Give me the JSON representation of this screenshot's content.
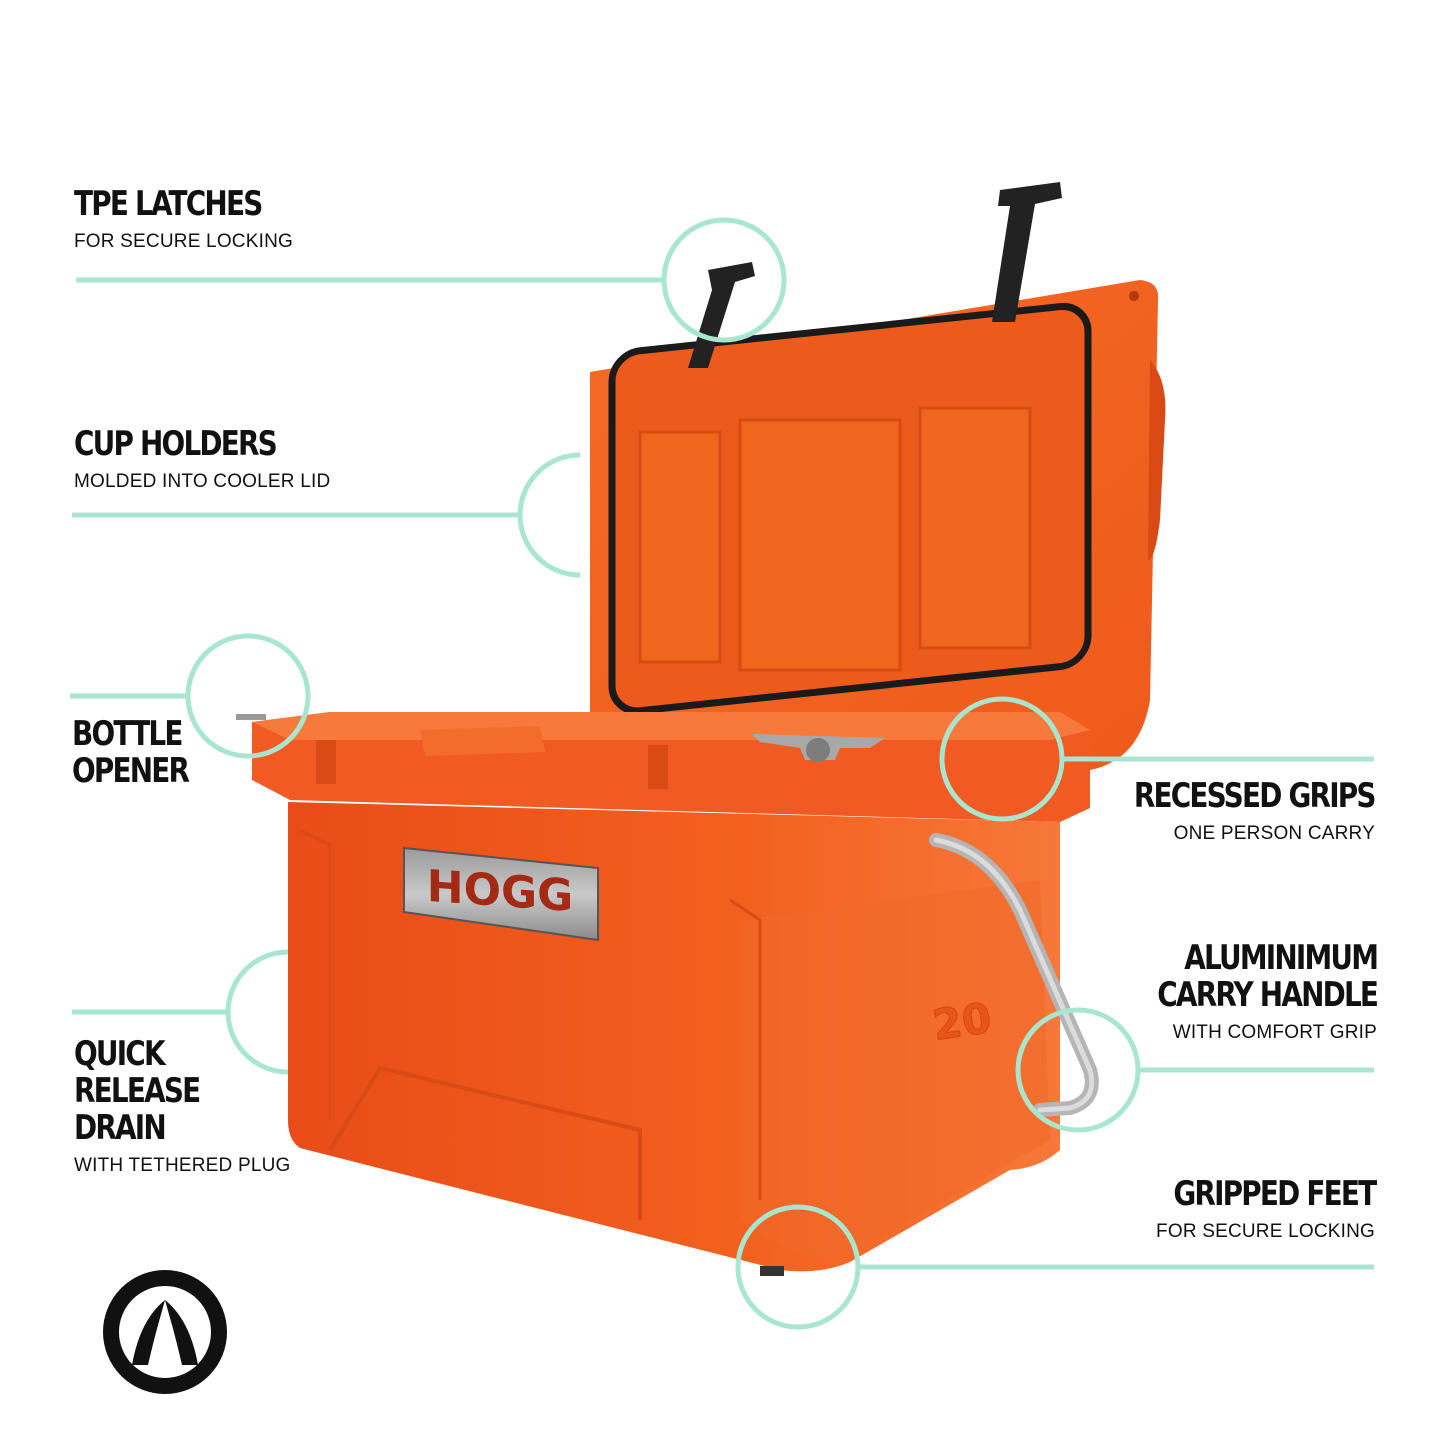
{
  "colors": {
    "callout": "#a8e6cf",
    "cooler": "#f15a22",
    "text": "#111111"
  },
  "product": {
    "brand_badge": "HOGG",
    "capacity_mark": "20"
  },
  "features": {
    "tpe_latches": {
      "title": "TPE LATCHES",
      "subtitle": "FOR SECURE LOCKING"
    },
    "cup_holders": {
      "title": "CUP HOLDERS",
      "subtitle": "MOLDED INTO COOLER LID"
    },
    "bottle_opener": {
      "title_line1": "BOTTLE",
      "title_line2": "OPENER"
    },
    "quick_release_drain": {
      "title_line1": "QUICK",
      "title_line2": "RELEASE",
      "title_line3": "DRAIN",
      "subtitle": "WITH TETHERED PLUG"
    },
    "recessed_grips": {
      "title": "RECESSED GRIPS",
      "subtitle": "ONE PERSON CARRY"
    },
    "aluminium_carry_handle": {
      "title_line1": "ALUMINIMUM",
      "title_line2": "CARRY HANDLE",
      "subtitle": "WITH COMFORT GRIP"
    },
    "gripped_feet": {
      "title": "GRIPPED FEET",
      "subtitle": "FOR SECURE LOCKING"
    }
  },
  "logo": {
    "icon": "hogg-logo-icon"
  }
}
